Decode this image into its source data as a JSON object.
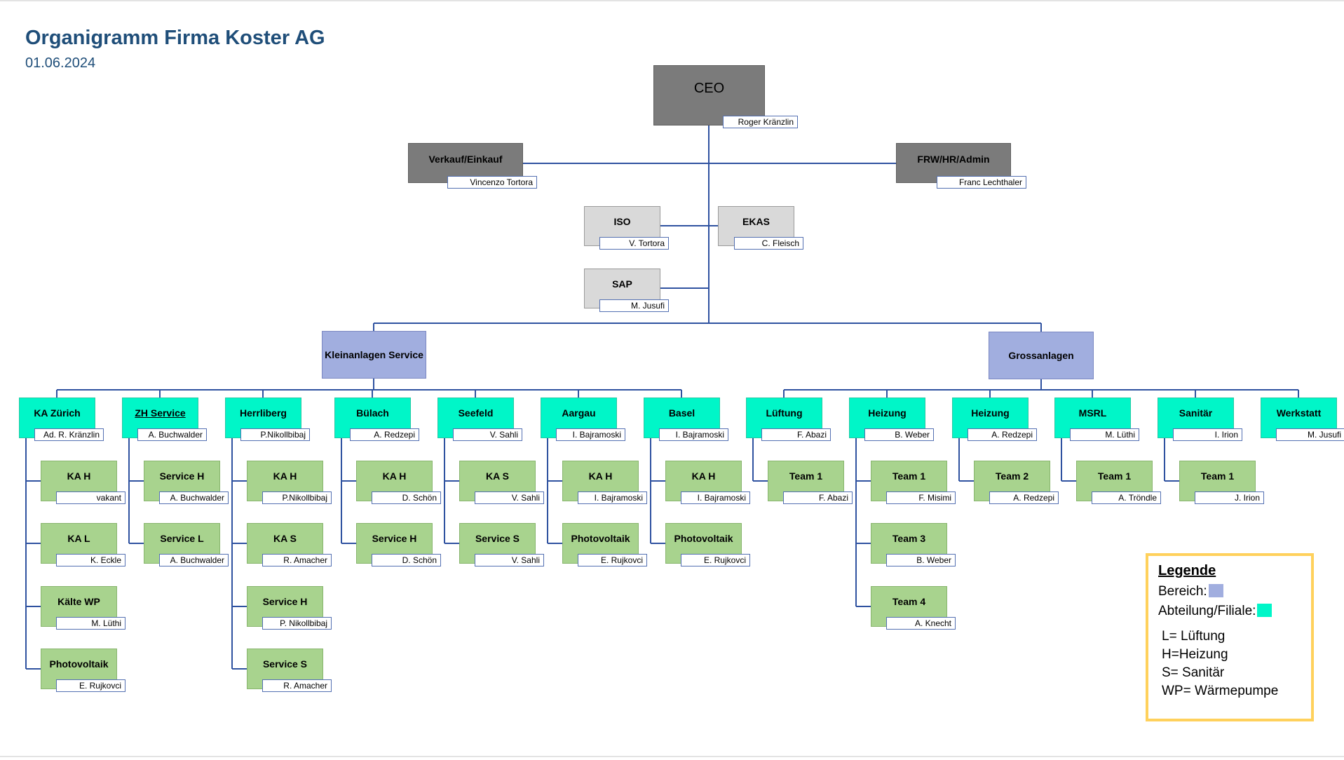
{
  "title": "Organigramm Firma Koster AG",
  "date": "01.06.2024",
  "colors": {
    "line": "#2f52a0",
    "executive": "#7b7b7b",
    "staff": "#d9d9d9",
    "bereich": "#a1aedf",
    "abteilung": "#00f6c8",
    "team": "#a8d38e",
    "legend_border": "#ffd15c"
  },
  "chart": {
    "ceo": {
      "label": "CEO",
      "name": "Roger Kränzlin"
    },
    "verkauf": {
      "label": "Verkauf/Einkauf",
      "name": "Vincenzo Tortora"
    },
    "frw": {
      "label": "FRW/HR/Admin",
      "name": "Franc Lechthaler"
    },
    "iso": {
      "label": "ISO",
      "name": "V. Tortora"
    },
    "ekas": {
      "label": "EKAS",
      "name": "C. Fleisch"
    },
    "sap": {
      "label": "SAP",
      "name": "M. Jusufi"
    },
    "kleinanlagen": {
      "label": "Kleinanlagen Service"
    },
    "grossanlagen": {
      "label": "Grossanlagen"
    },
    "ka_zuerich": {
      "label": "KA Zürich",
      "name": "Ad. R. Kränzlin"
    },
    "zh_service": {
      "label": "ZH Service",
      "name": "A. Buchwalder"
    },
    "herrliberg": {
      "label": "Herrliberg",
      "name": "P.Nikollbibaj"
    },
    "buelach": {
      "label": "Bülach",
      "name": "A. Redzepi"
    },
    "seefeld": {
      "label": "Seefeld",
      "name": "V. Sahli"
    },
    "aargau": {
      "label": "Aargau",
      "name": "I. Bajramoski"
    },
    "basel": {
      "label": "Basel",
      "name": "I. Bajramoski"
    },
    "lueftung": {
      "label": "Lüftung",
      "name": "F. Abazi"
    },
    "heizung_1": {
      "label": "Heizung",
      "name": "B. Weber"
    },
    "heizung_2": {
      "label": "Heizung",
      "name": "A. Redzepi"
    },
    "msrl": {
      "label": "MSRL",
      "name": "M. Lüthi"
    },
    "sanitaer": {
      "label": "Sanitär",
      "name": "I. Irion"
    },
    "werkstatt": {
      "label": "Werkstatt",
      "name": "M. Jusufi"
    },
    "zh_ka_h": {
      "label": "KA H",
      "name": "vakant"
    },
    "zh_ka_l": {
      "label": "KA L",
      "name": "K. Eckle"
    },
    "zh_kaelte_wp": {
      "label": "Kälte WP",
      "name": "M. Lüthi"
    },
    "zh_photovoltaik": {
      "label": "Photovoltaik",
      "name": "E. Rujkovci"
    },
    "zs_service_h": {
      "label": "Service H",
      "name": "A. Buchwalder"
    },
    "zs_service_l": {
      "label": "Service L",
      "name": "A. Buchwalder"
    },
    "he_ka_h": {
      "label": "KA H",
      "name": "P.Nikollbibaj"
    },
    "he_ka_s": {
      "label": "KA S",
      "name": "R. Amacher"
    },
    "he_service_h": {
      "label": "Service H",
      "name": "P. Nikollbibaj"
    },
    "he_service_s": {
      "label": "Service S",
      "name": "R. Amacher"
    },
    "bu_ka_h": {
      "label": "KA H",
      "name": "D. Schön"
    },
    "bu_service_h": {
      "label": "Service H",
      "name": "D. Schön"
    },
    "se_ka_s": {
      "label": "KA S",
      "name": "V. Sahli"
    },
    "se_service_s": {
      "label": "Service S",
      "name": "V. Sahli"
    },
    "aa_ka_h": {
      "label": "KA H",
      "name": "I. Bajramoski"
    },
    "aa_photovoltaik": {
      "label": "Photovoltaik",
      "name": "E. Rujkovci"
    },
    "ba_ka_h": {
      "label": "KA H",
      "name": "I. Bajramoski"
    },
    "ba_photovoltaik": {
      "label": "Photovoltaik",
      "name": "E. Rujkovci"
    },
    "lu_team_1": {
      "label": "Team 1",
      "name": "F. Abazi"
    },
    "h1_team_1": {
      "label": "Team 1",
      "name": "F. Misimi"
    },
    "h1_team_3": {
      "label": "Team 3",
      "name": "B. Weber"
    },
    "h1_team_4": {
      "label": "Team 4",
      "name": "A. Knecht"
    },
    "h2_team_2": {
      "label": "Team 2",
      "name": "A. Redzepi"
    },
    "ms_team_1": {
      "label": "Team 1",
      "name": "A. Tröndle"
    },
    "sa_team_1": {
      "label": "Team 1",
      "name": "J. Irion"
    }
  },
  "legend": {
    "title": "Legende",
    "bereich": "Bereich:",
    "abteilung": "Abteilung/Filiale:",
    "abbreviations": [
      "L= Lüftung",
      "H=Heizung",
      "S= Sanitär",
      "WP= Wärmepumpe"
    ]
  }
}
